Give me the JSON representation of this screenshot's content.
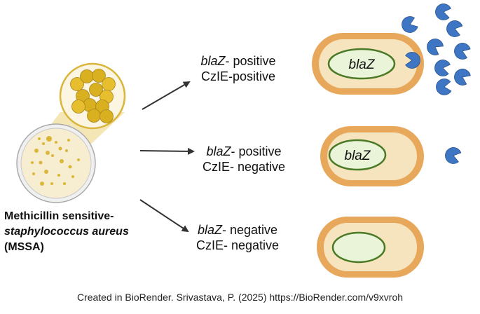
{
  "organism": {
    "line1": "Methicillin sensitive-",
    "line2": "staphylococcus aureus",
    "line3": "(MSSA)"
  },
  "branches": [
    {
      "gene": "blaZ",
      "gene_status": "- positive",
      "czie": "CzIE-positive",
      "cell_gene_label": "blaZ"
    },
    {
      "gene": "blaZ",
      "gene_status": "- positive",
      "czie": "CzIE- negative",
      "cell_gene_label": "blaZ"
    },
    {
      "gene": "blaZ",
      "gene_status": "- negative",
      "czie": "CzIE- negative",
      "cell_gene_label": ""
    }
  ],
  "colors": {
    "cell_wall": "#E8A85C",
    "cytoplasm": "#F6E4BE",
    "plasmid_fill": "#EAF4D9",
    "plasmid_stroke": "#4A7A25",
    "enzyme": "#3E76C4",
    "cocci": "#D9B020",
    "arrow": "#333333"
  },
  "enzyme_icons": [
    "pacman-enzyme-icon"
  ],
  "footer": "Created in BioRender. Srivastava, P. (2025) https://BioRender.com/v9xvroh"
}
